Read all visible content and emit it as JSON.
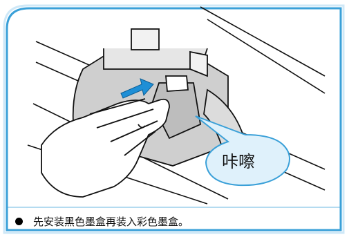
{
  "callout": {
    "text": "咔嚓"
  },
  "caption": {
    "text": "先安装黑色墨盒再装入彩色墨盒。"
  },
  "colors": {
    "frame_blue": "#3aa0d8",
    "frame_light": "#cfe8f7",
    "arrow_blue": "#1e8fd6",
    "line_dark": "#111111",
    "body_gray": "#c9c9c9",
    "callout_fill": "#dff1fb"
  },
  "icons": {
    "bullet": "filled-circle"
  }
}
